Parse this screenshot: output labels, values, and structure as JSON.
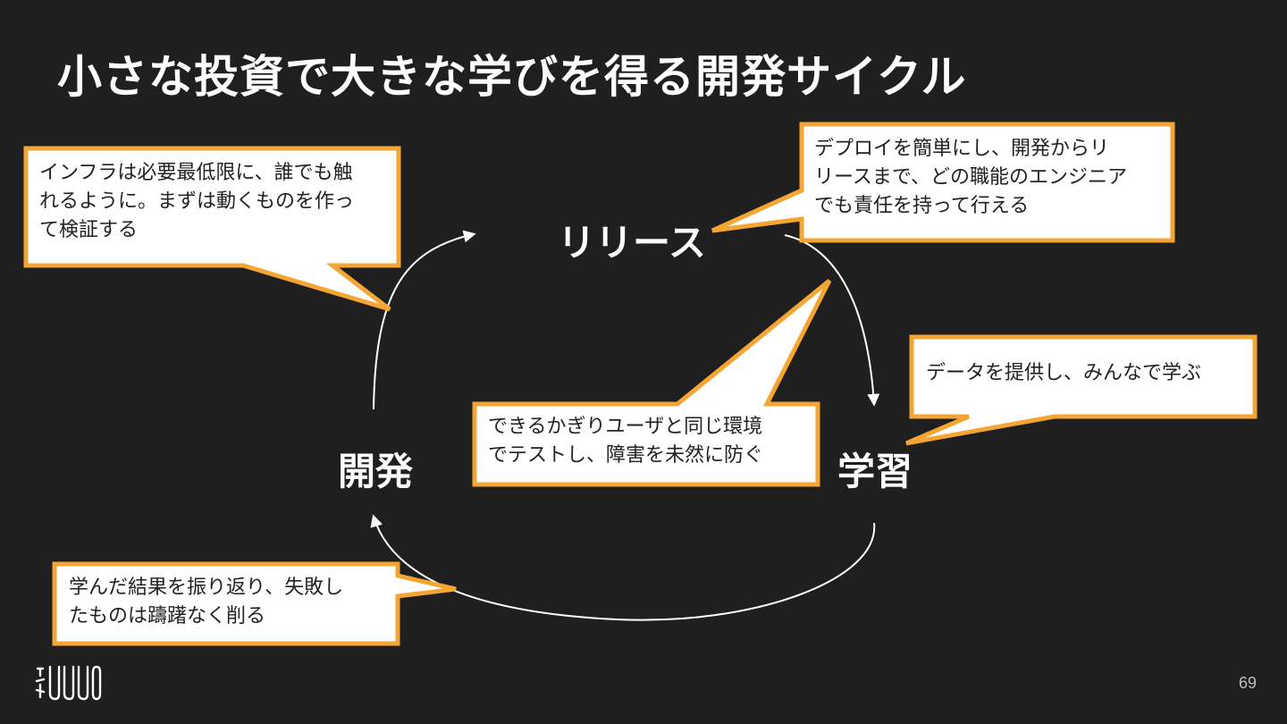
{
  "slide": {
    "title": "小さな投資で大きな学びを得る開発サイクル",
    "page_number": "69"
  },
  "cycle": {
    "nodes": {
      "release": "リリース",
      "develop": "開発",
      "learn": "学習"
    }
  },
  "callouts": {
    "infra": "インフラは必要最低限に、誰でも触\nれるように。まずは動くものを作っ\nて検証する",
    "deploy": "デプロイを簡単にし、開発からリ\nリースまで、どの職能のエンジニア\nでも責任を持って行える",
    "test": "できるかぎりユーザと同じ環境\nでテストし、障害を未然に防ぐ",
    "data": "データを提供し、みんなで学ぶ",
    "reflect": "学んだ結果を振り返り、失敗し\nたものは躊躇なく削る"
  },
  "colors": {
    "background": "#1f1f1f",
    "callout_border": "#f5a534",
    "callout_fill": "#ffffff",
    "arrow": "#ffffff"
  },
  "logo": {
    "icon": "company-logo-mark"
  }
}
